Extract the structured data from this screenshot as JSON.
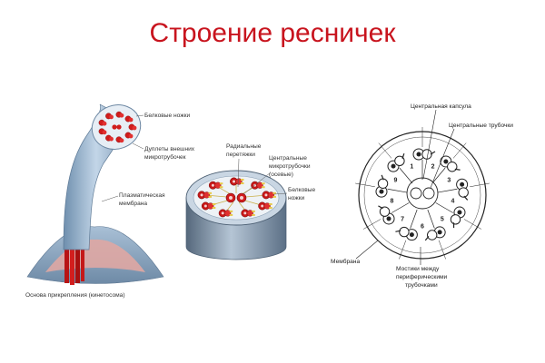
{
  "title": "Строение ресничек",
  "left": {
    "labels": {
      "protein_arms": "Белковые ножки",
      "outer_doublets_1": "Дуплеты внешних",
      "outer_doublets_2": "микротрубочек",
      "plasma_membrane_1": "Плазматическая",
      "plasma_membrane_2": "мембрана",
      "basal_body": "Основа прикрепления (кинетосома)"
    }
  },
  "middle": {
    "labels": {
      "radial_spokes_1": "Радиальные",
      "radial_spokes_2": "перетяжки",
      "central_mt_1": "Центральные",
      "central_mt_2": "микротрубочки",
      "central_mt_3": "(осевые)",
      "protein_arms_1": "Белковые",
      "protein_arms_2": "ножки"
    }
  },
  "right": {
    "labels": {
      "central_capsule": "Центральная капсула",
      "central_tubules": "Центральные трубочки",
      "membrane": "Мембрана",
      "bridges_1": "Мостики между",
      "bridges_2": "периферическими",
      "bridges_3": "трубочками"
    },
    "numbers": [
      "1",
      "2",
      "3",
      "4",
      "5",
      "6",
      "7",
      "8",
      "9"
    ]
  }
}
